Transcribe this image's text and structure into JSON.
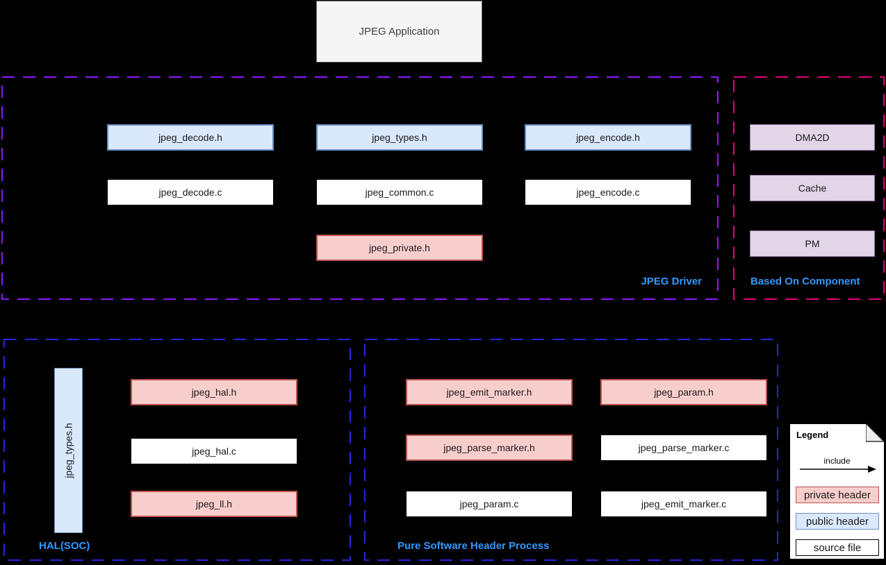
{
  "application": {
    "label": "JPEG Application"
  },
  "jpeg_driver": {
    "title": "JPEG Driver",
    "public_headers": [
      "jpeg_decode.h",
      "jpeg_types.h",
      "jpeg_encode.h"
    ],
    "source_files": [
      "jpeg_decode.c",
      "jpeg_common.c",
      "jpeg_encode.c"
    ],
    "private_header": "jpeg_private.h"
  },
  "based_on_component": {
    "title": "Based On Component",
    "components": [
      "DMA2D",
      "Cache",
      "PM"
    ]
  },
  "hal_soc": {
    "title": "HAL(SOC)",
    "vertical_header": "jpeg_types.h",
    "boxes": [
      {
        "label": "jpeg_hal.h",
        "type": "private header"
      },
      {
        "label": "jpeg_hal.c",
        "type": "source file"
      },
      {
        "label": "jpeg_ll.h",
        "type": "private header"
      }
    ]
  },
  "pure_software": {
    "title": "Pure Software Header Process",
    "boxes": [
      {
        "label": "jpeg_emit_marker.h",
        "type": "private header"
      },
      {
        "label": "jpeg_param.h",
        "type": "private header"
      },
      {
        "label": "jpeg_parse_marker.h",
        "type": "private header"
      },
      {
        "label": "jpeg_parse_marker.c",
        "type": "source file"
      },
      {
        "label": "jpeg_param.c",
        "type": "source file"
      },
      {
        "label": "jpeg_emit_marker.c",
        "type": "source file"
      }
    ]
  },
  "legend": {
    "title": "Legend",
    "include_label": "include",
    "items": [
      "private header",
      "public header",
      "source file"
    ]
  },
  "colors": {
    "background": "#000000",
    "public_header_fill": "#dae8fc",
    "public_header_border": "#6c8ebf",
    "private_header_fill": "#f8cecc",
    "private_header_border": "#b85450",
    "source_file_fill": "#ffffff",
    "source_file_border": "#000000",
    "component_fill": "#e1d5e7",
    "component_border": "#9673a6",
    "application_fill": "#f5f5f5",
    "driver_box_border": "#8c1aff",
    "based_on_component_box_border": "#e6007e",
    "bottom_boxes_border": "#2626e0",
    "section_label_text": "#3399ff"
  }
}
